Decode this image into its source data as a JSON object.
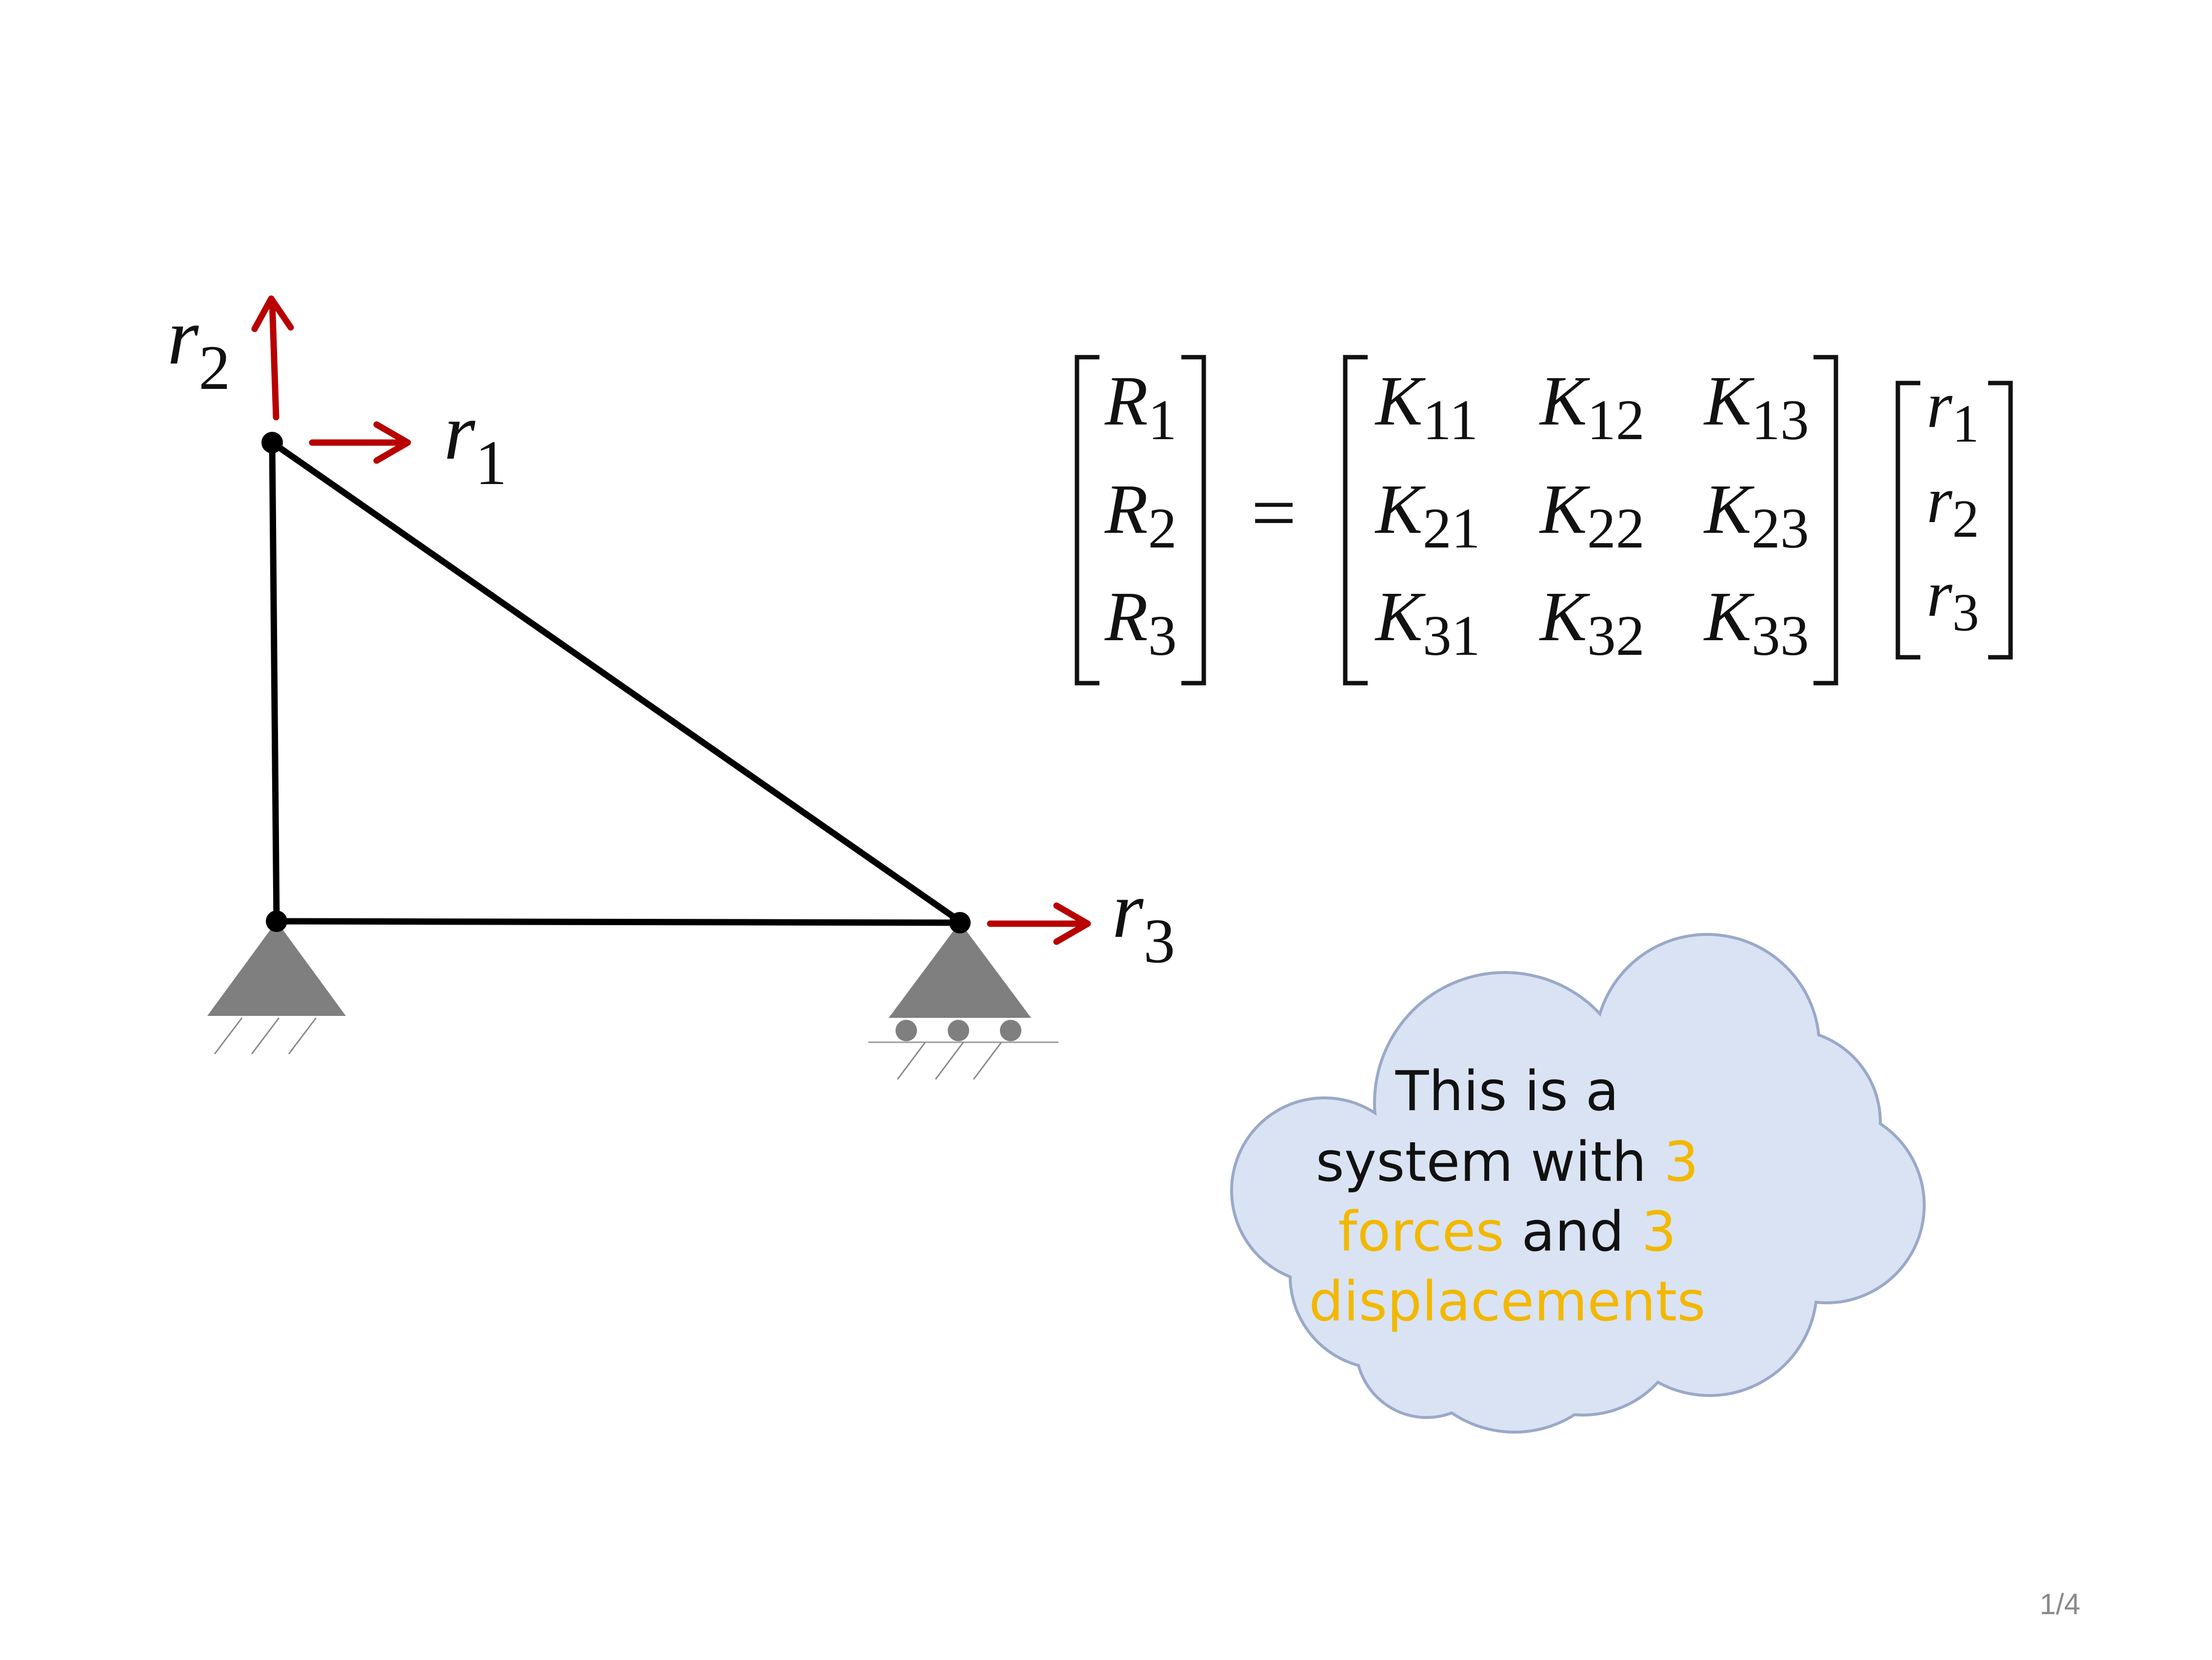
{
  "labels": {
    "r": "r",
    "R": "R",
    "K": "K",
    "equals": "=",
    "r1_sub": "1",
    "r2_sub": "2",
    "r3_sub": "3"
  },
  "vector_R": [
    {
      "sub": "1"
    },
    {
      "sub": "2"
    },
    {
      "sub": "3"
    }
  ],
  "matrix_K": [
    [
      {
        "sub": "11"
      },
      {
        "sub": "12"
      },
      {
        "sub": "13"
      }
    ],
    [
      {
        "sub": "21"
      },
      {
        "sub": "22"
      },
      {
        "sub": "23"
      }
    ],
    [
      {
        "sub": "31"
      },
      {
        "sub": "32"
      },
      {
        "sub": "33"
      }
    ]
  ],
  "vector_r": [
    {
      "sub": "1"
    },
    {
      "sub": "2"
    },
    {
      "sub": "3"
    }
  ],
  "cloud": {
    "line1": "This is a",
    "line2_a": "system with ",
    "line2_b": "3",
    "line3_a": "forces",
    "line3_b": " and ",
    "line3_c": "3",
    "line4": "displacements"
  },
  "page_number": "1/4",
  "colors": {
    "arrow": "#b80000",
    "member": "#000000",
    "support": "#7f7f7f",
    "cloud_fill": "#dae3f3",
    "cloud_stroke": "#9aa9c8",
    "highlight": "#f2b800",
    "text": "#111111"
  }
}
